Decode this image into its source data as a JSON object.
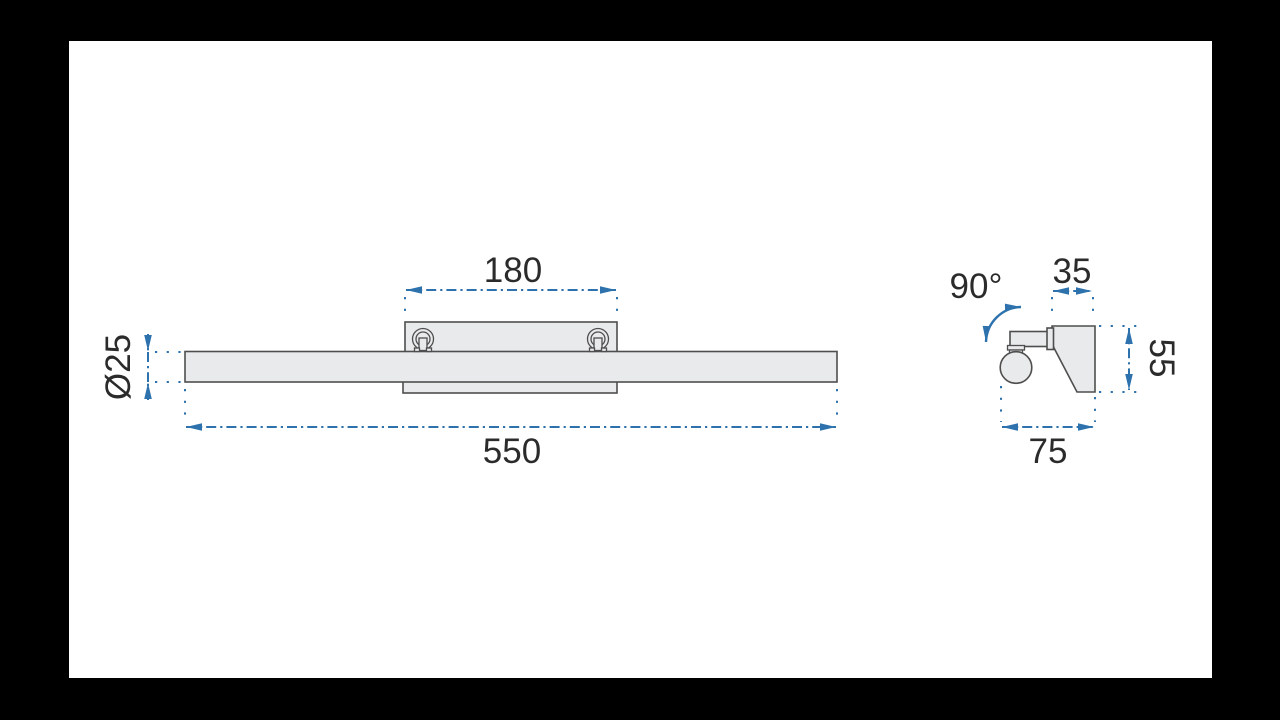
{
  "drawing": {
    "front_view": {
      "total_length": "550",
      "bracket_width": "180",
      "tube_diameter": "Ø25"
    },
    "side_view": {
      "rotation_angle": "90°",
      "head_depth": "35",
      "bracket_height": "55",
      "total_depth": "75"
    },
    "colors": {
      "dimension_blue": "#2d72ad",
      "shape_fill": "#e9eaeb",
      "shape_outline": "#4e4e4e",
      "label_text": "#2b2b2b",
      "canvas": "#ffffff",
      "frame": "#000000"
    }
  }
}
